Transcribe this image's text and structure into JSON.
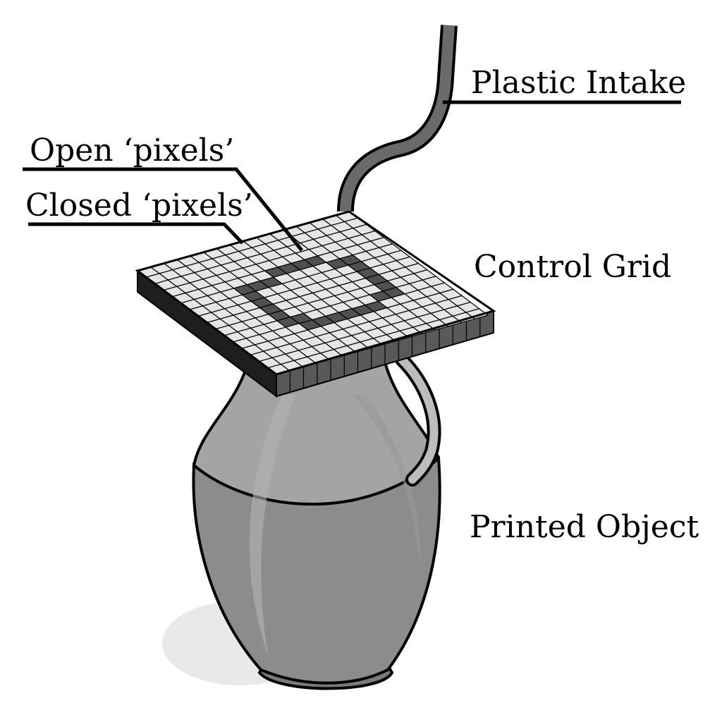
{
  "labels": {
    "plastic_intake": "Plastic Intake",
    "open_pixels": "Open ‘pixels’",
    "closed_pixels": "Closed ‘pixels’",
    "control_grid": "Control Grid",
    "printed_object": "Printed Object"
  },
  "grid": {
    "rows": 16,
    "cols": 16,
    "closed_cells": [
      [
        4,
        7
      ],
      [
        4,
        8
      ],
      [
        4,
        9
      ],
      [
        4,
        10
      ],
      [
        5,
        4
      ],
      [
        5,
        5
      ],
      [
        5,
        6
      ],
      [
        5,
        11
      ],
      [
        5,
        12
      ],
      [
        6,
        4
      ],
      [
        6,
        12
      ],
      [
        7,
        4
      ],
      [
        7,
        12
      ],
      [
        8,
        4
      ],
      [
        8,
        12
      ],
      [
        9,
        4
      ],
      [
        9,
        12
      ],
      [
        10,
        4
      ],
      [
        10,
        5
      ],
      [
        10,
        11
      ],
      [
        10,
        12
      ],
      [
        11,
        5
      ],
      [
        11,
        6
      ],
      [
        11,
        7
      ],
      [
        11,
        8
      ],
      [
        11,
        9
      ],
      [
        11,
        10
      ]
    ]
  },
  "colors": {
    "open_cell": "#e6e6e6",
    "closed_cell": "#505050",
    "front_face": "#595959",
    "left_face": "#1e1e1e",
    "vase_lower": "#8c8c8c",
    "vase_upper": "#a4a4a4",
    "tube": "#6a6a6a",
    "outline": "#000000"
  }
}
